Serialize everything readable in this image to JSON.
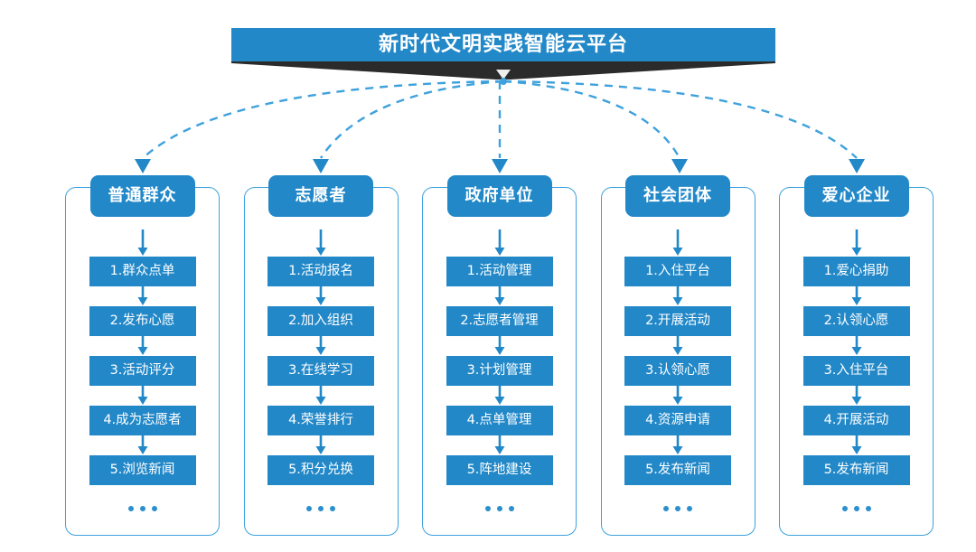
{
  "banner": {
    "title": "新时代文明实践智能云平台",
    "bar_color": "#2288c8",
    "shadow_color": "#2b2b2b",
    "arrow_icon": "chevron-down-icon"
  },
  "theme": {
    "primary": "#2288c8",
    "border": "#3ea1dd",
    "connector": "#3ea1dd",
    "text_on_primary": "#ffffff",
    "background": "#ffffff"
  },
  "connectors": {
    "style": "dashed",
    "origin": "banner-bottom-center",
    "count": 5
  },
  "columns": [
    {
      "header": "普通群众",
      "items": [
        "1.群众点单",
        "2.发布心愿",
        "3.活动评分",
        "4.成为志愿者",
        "5.浏览新闻"
      ],
      "more": "..."
    },
    {
      "header": "志愿者",
      "items": [
        "1.活动报名",
        "2.加入组织",
        "3.在线学习",
        "4.荣誉排行",
        "5.积分兑换"
      ],
      "more": "..."
    },
    {
      "header": "政府单位",
      "items": [
        "1.活动管理",
        "2.志愿者管理",
        "3.计划管理",
        "4.点单管理",
        "5.阵地建设"
      ],
      "more": "..."
    },
    {
      "header": "社会团体",
      "items": [
        "1.入住平台",
        "2.开展活动",
        "3.认领心愿",
        "4.资源申请",
        "5.发布新闻"
      ],
      "more": "..."
    },
    {
      "header": "爱心企业",
      "items": [
        "1.爱心捐助",
        "2.认领心愿",
        "3.入住平台",
        "4.开展活动",
        "5.发布新闻"
      ],
      "more": "..."
    }
  ]
}
